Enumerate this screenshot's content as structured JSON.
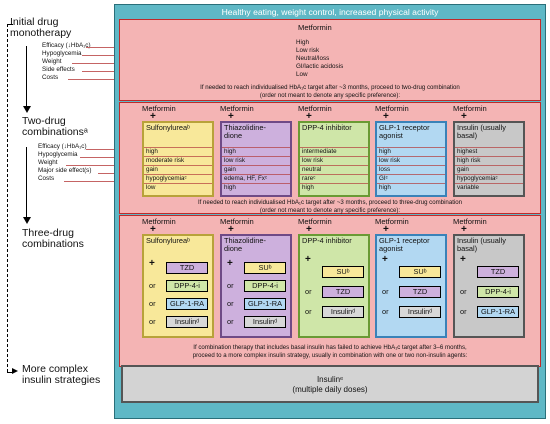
{
  "left": {
    "stage1": [
      "Initial drug",
      "monotherapy"
    ],
    "stage1_rows": [
      "Efficacy (↓HbA₁c)",
      "Hypoglycemia",
      "Weight",
      "Side effects",
      "Costs"
    ],
    "stage2": [
      "Two-drug",
      "combinationsᵃ"
    ],
    "stage2_rows": [
      "Efficacy (↓HbA₁c)",
      "Hypoglycemia",
      "Weight",
      "Major side effect(s)",
      "Costs"
    ],
    "stage3": [
      "Three-drug",
      "combinations"
    ],
    "stage4": [
      "More complex",
      "insulin strategies"
    ]
  },
  "header": "Healthy eating, weight control, increased physical activity",
  "mono": {
    "title": "Metformin",
    "values": [
      "High",
      "Low risk",
      "Neutral/loss",
      "GI/lactic acidosis",
      "Low"
    ]
  },
  "notes": {
    "n1": [
      "If needed to reach individualised HbA₁c target after ~3 months, proceed to two-drug combination",
      "(order not meant to denote any specific preference):"
    ],
    "n2": [
      "If needed to reach individualised HbA₁c target after ~3 months, proceed to three-drug combination",
      "(order not meant to denote any specific preference):"
    ],
    "n3": [
      "If combination therapy that includes basal insulin has failed to achieve HbA₁c target after 3–6 months,",
      "proceed to a more complex insulin strategy, usually in combination with one or two non-insulin agents:"
    ]
  },
  "metformin": "Metformin",
  "plus": "+",
  "or": "or",
  "two_drug": [
    {
      "title": "Sulfonylureaᵇ",
      "color": "#f8e89a",
      "border": "#b8a23a",
      "values": [
        "high",
        "moderate risk",
        "gain",
        "hypoglycemiaᶜ",
        "low"
      ]
    },
    {
      "title": "Thiazolidine-\ndione",
      "color": "#cdb0dd",
      "border": "#6f4a86",
      "values": [
        "high",
        "low risk",
        "gain",
        "edema, HF, Fxᶜ",
        "high"
      ]
    },
    {
      "title": "DPP-4 inhibitor",
      "color": "#cfe6a8",
      "border": "#6a9a34",
      "values": [
        "intermediate",
        "low risk",
        "neutral",
        "rareᶜ",
        "high"
      ]
    },
    {
      "title": "GLP-1 receptor\nagonist",
      "color": "#b2d8f2",
      "border": "#3a82b8",
      "values": [
        "high",
        "low risk",
        "loss",
        "GIᶜ",
        "high"
      ]
    },
    {
      "title": "Insulin (usually\nbasal)",
      "color": "#c8c8c8",
      "border": "#555555",
      "values": [
        "highest",
        "high risk",
        "gain",
        "hypoglycemiaᶜ",
        "variable"
      ]
    }
  ],
  "three_drug": [
    {
      "title": "Sulfonylureaᵇ",
      "color": "#f8e89a",
      "border": "#b8a23a",
      "options": [
        "TZD",
        "DPP-4-i",
        "GLP-1-RA",
        "Insulinᵈ"
      ]
    },
    {
      "title": "Thiazolidine-\ndione",
      "color": "#cdb0dd",
      "border": "#6f4a86",
      "options": [
        "SUᵇ",
        "DPP-4-i",
        "GLP-1-RA",
        "Insulinᵈ"
      ]
    },
    {
      "title": "DPP-4 inhibitor",
      "color": "#cfe6a8",
      "border": "#6a9a34",
      "options": [
        "SUᵇ",
        "TZD",
        "Insulinᵈ"
      ]
    },
    {
      "title": "GLP-1 receptor\nagonist",
      "color": "#b2d8f2",
      "border": "#3a82b8",
      "options": [
        "SUᵇ",
        "TZD",
        "Insulinᵈ"
      ]
    },
    {
      "title": "Insulin (usually\nbasal)",
      "color": "#c8c8c8",
      "border": "#555555",
      "options": [
        "TZD",
        "DPP-4-i",
        "GLP-1-RA"
      ]
    }
  ],
  "drug_colors": {
    "TZD": "#cdb0dd",
    "DPP-4-i": "#cfe6a8",
    "GLP-1-RA": "#b2d8f2",
    "SUᵇ": "#f8e89a",
    "Insulinᵈ": "#d8d8d8"
  },
  "final": [
    "Insulinᵉ",
    "(multiple daily doses)"
  ]
}
